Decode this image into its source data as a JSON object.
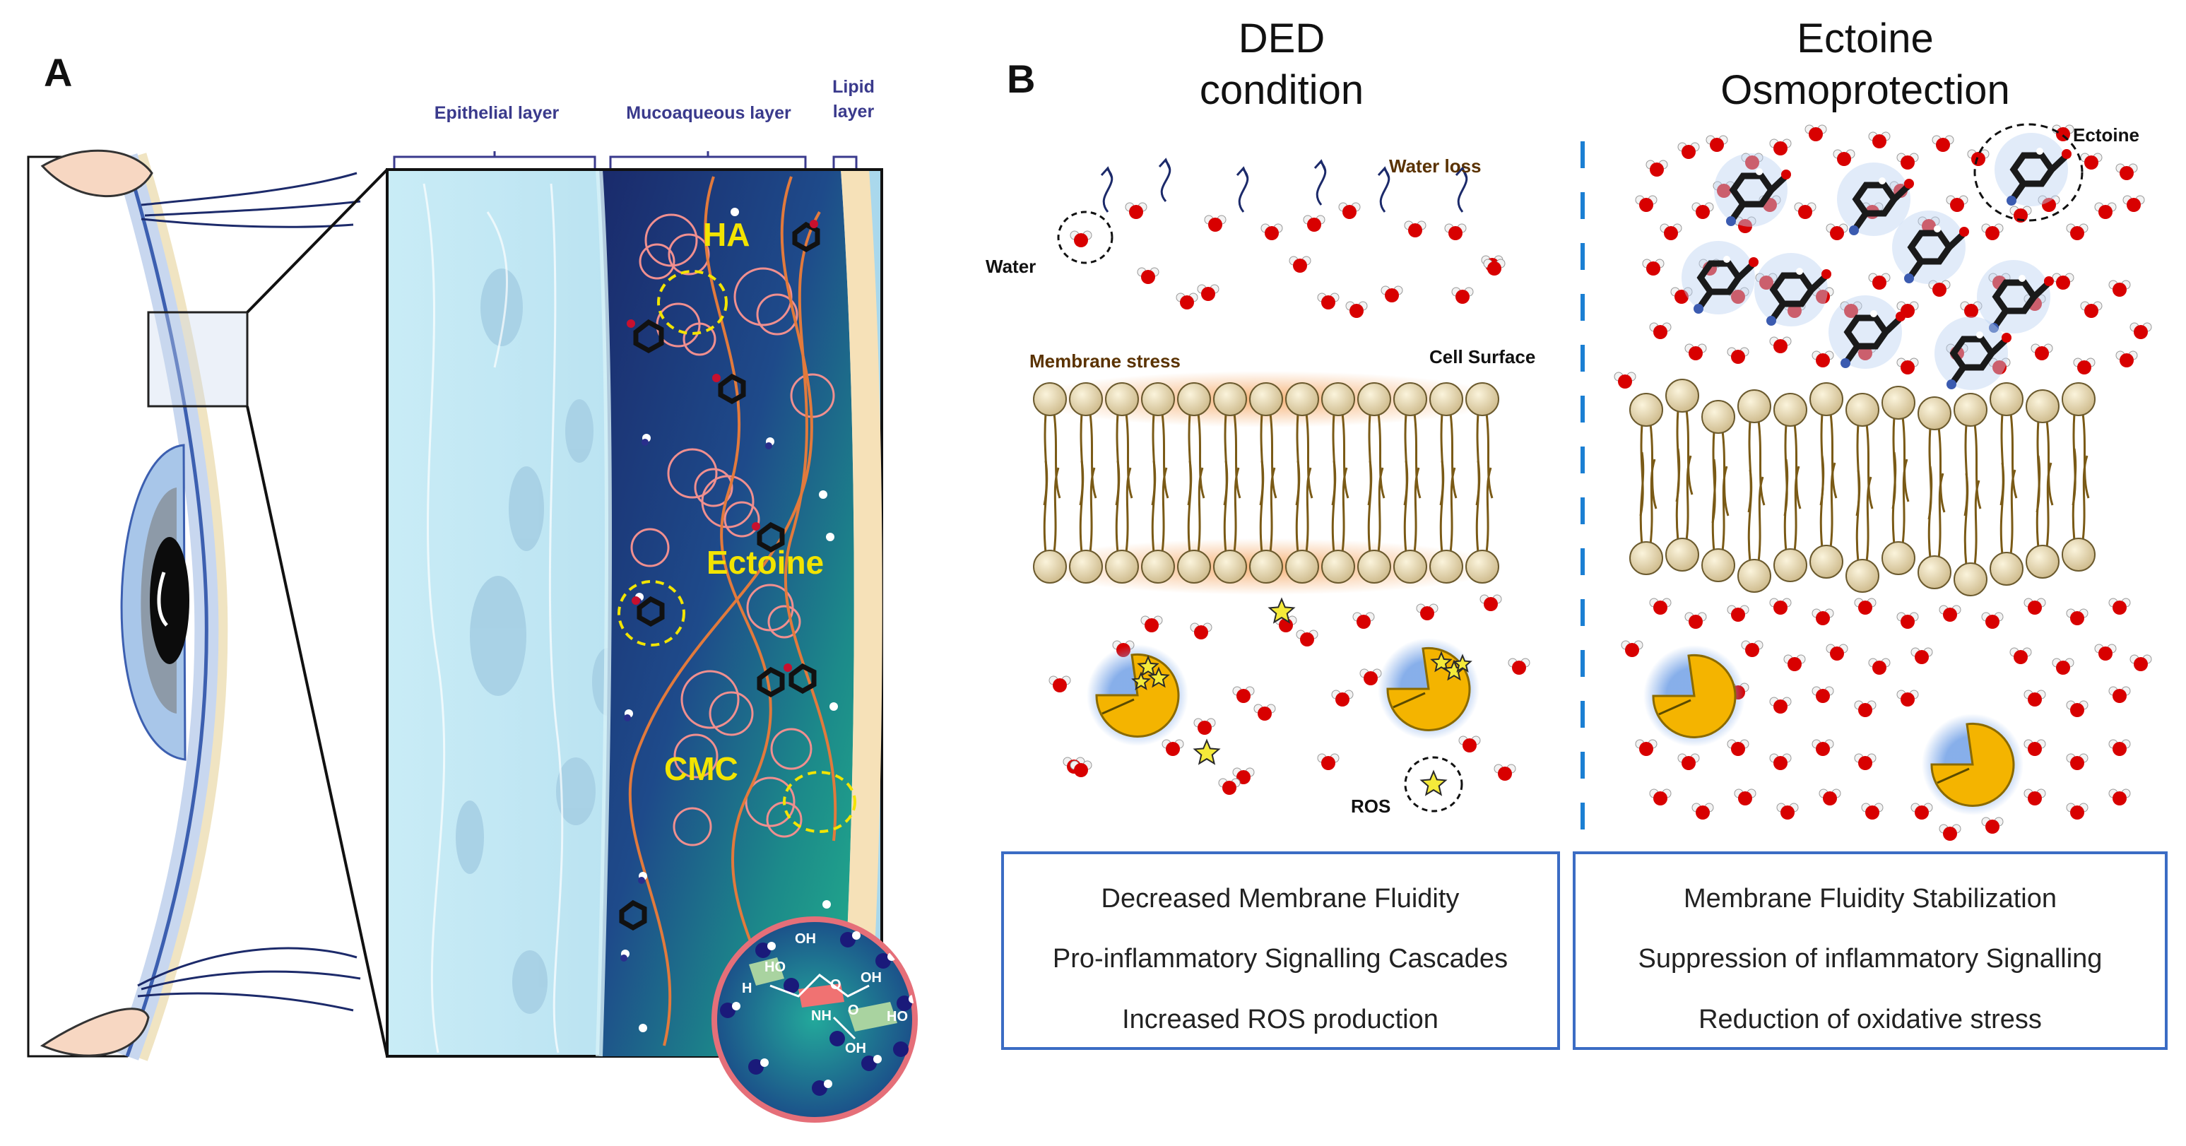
{
  "panels": {
    "a": {
      "letter": "A",
      "layers": {
        "epithelial": "Epithelial layer",
        "mucoaqueous": "Mucoaqueous layer",
        "lipid_line1": "Lipid",
        "lipid_line2": "layer"
      },
      "molecules": {
        "ha": "HA",
        "ectoine": "Ectoine",
        "cmc": "CMC"
      }
    },
    "b": {
      "letter": "B",
      "left_heading": [
        "DED",
        "condition"
      ],
      "right_heading": [
        "Ectoine",
        "Osmoprotection"
      ],
      "labels": {
        "water": "Water",
        "water_loss": "Water loss",
        "membrane_stress": "Membrane stress",
        "cell_surface": "Cell Surface",
        "ros": "ROS",
        "ectoine": "Ectoine"
      },
      "left_box": [
        "Decreased Membrane Fluidity",
        "Pro-inflammatory Signalling Cascades",
        "Increased ROS production"
      ],
      "right_box": [
        "Membrane Fluidity Stabilization",
        "Suppression of inflammatory Signalling",
        "Reduction of oxidative stress"
      ]
    }
  },
  "colors": {
    "water_red": "#d80000",
    "lipid_head": "#efe0b6",
    "stress_glow": "#f4a25a",
    "enzyme": "#f4b400",
    "ros_star": "#f5ea3a",
    "box_border": "#3b6cc4",
    "divider": "#1b7fd3",
    "mucoaqueous_dark": "#1a2a6b",
    "mucoaqueous_teal": "#1fa08a",
    "epithelial": "#bde3f1"
  }
}
